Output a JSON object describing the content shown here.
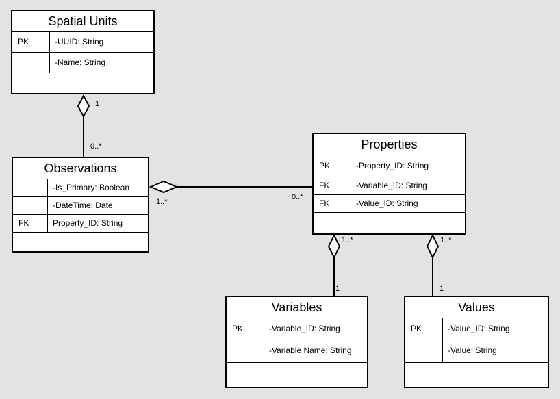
{
  "entities": {
    "spatial_units": {
      "title": "Spatial Units",
      "attributes": [
        {
          "key": "PK",
          "name": "-UUID: String"
        },
        {
          "key": "",
          "name": "-Name: String"
        }
      ]
    },
    "observations": {
      "title": "Observations",
      "attributes": [
        {
          "key": "",
          "name": "-Is_Primary: Boolean"
        },
        {
          "key": "",
          "name": "-DateTime: Date"
        },
        {
          "key": "FK",
          "name": "Property_ID: String"
        }
      ]
    },
    "properties": {
      "title": "Properties",
      "attributes": [
        {
          "key": "PK",
          "name": "-Property_ID: String"
        },
        {
          "key": "FK",
          "name": "-Variable_ID: String"
        },
        {
          "key": "FK",
          "name": "-Value_ID: String"
        }
      ]
    },
    "variables": {
      "title": "Variables",
      "attributes": [
        {
          "key": "PK",
          "name": "-Variable_ID: String"
        },
        {
          "key": "",
          "name": "-Variable Name: String"
        }
      ]
    },
    "values": {
      "title": "Values",
      "attributes": [
        {
          "key": "PK",
          "name": "-Value_ID: String"
        },
        {
          "key": "",
          "name": "-Value: String"
        }
      ]
    }
  },
  "relationships": {
    "spatial_observations": {
      "whole": "1",
      "part": "0..*"
    },
    "observations_properties": {
      "whole": "1..*",
      "part": "0..*"
    },
    "properties_variables": {
      "whole": "1..*",
      "part": "1"
    },
    "properties_values": {
      "whole": "1..*",
      "part": "1"
    }
  }
}
